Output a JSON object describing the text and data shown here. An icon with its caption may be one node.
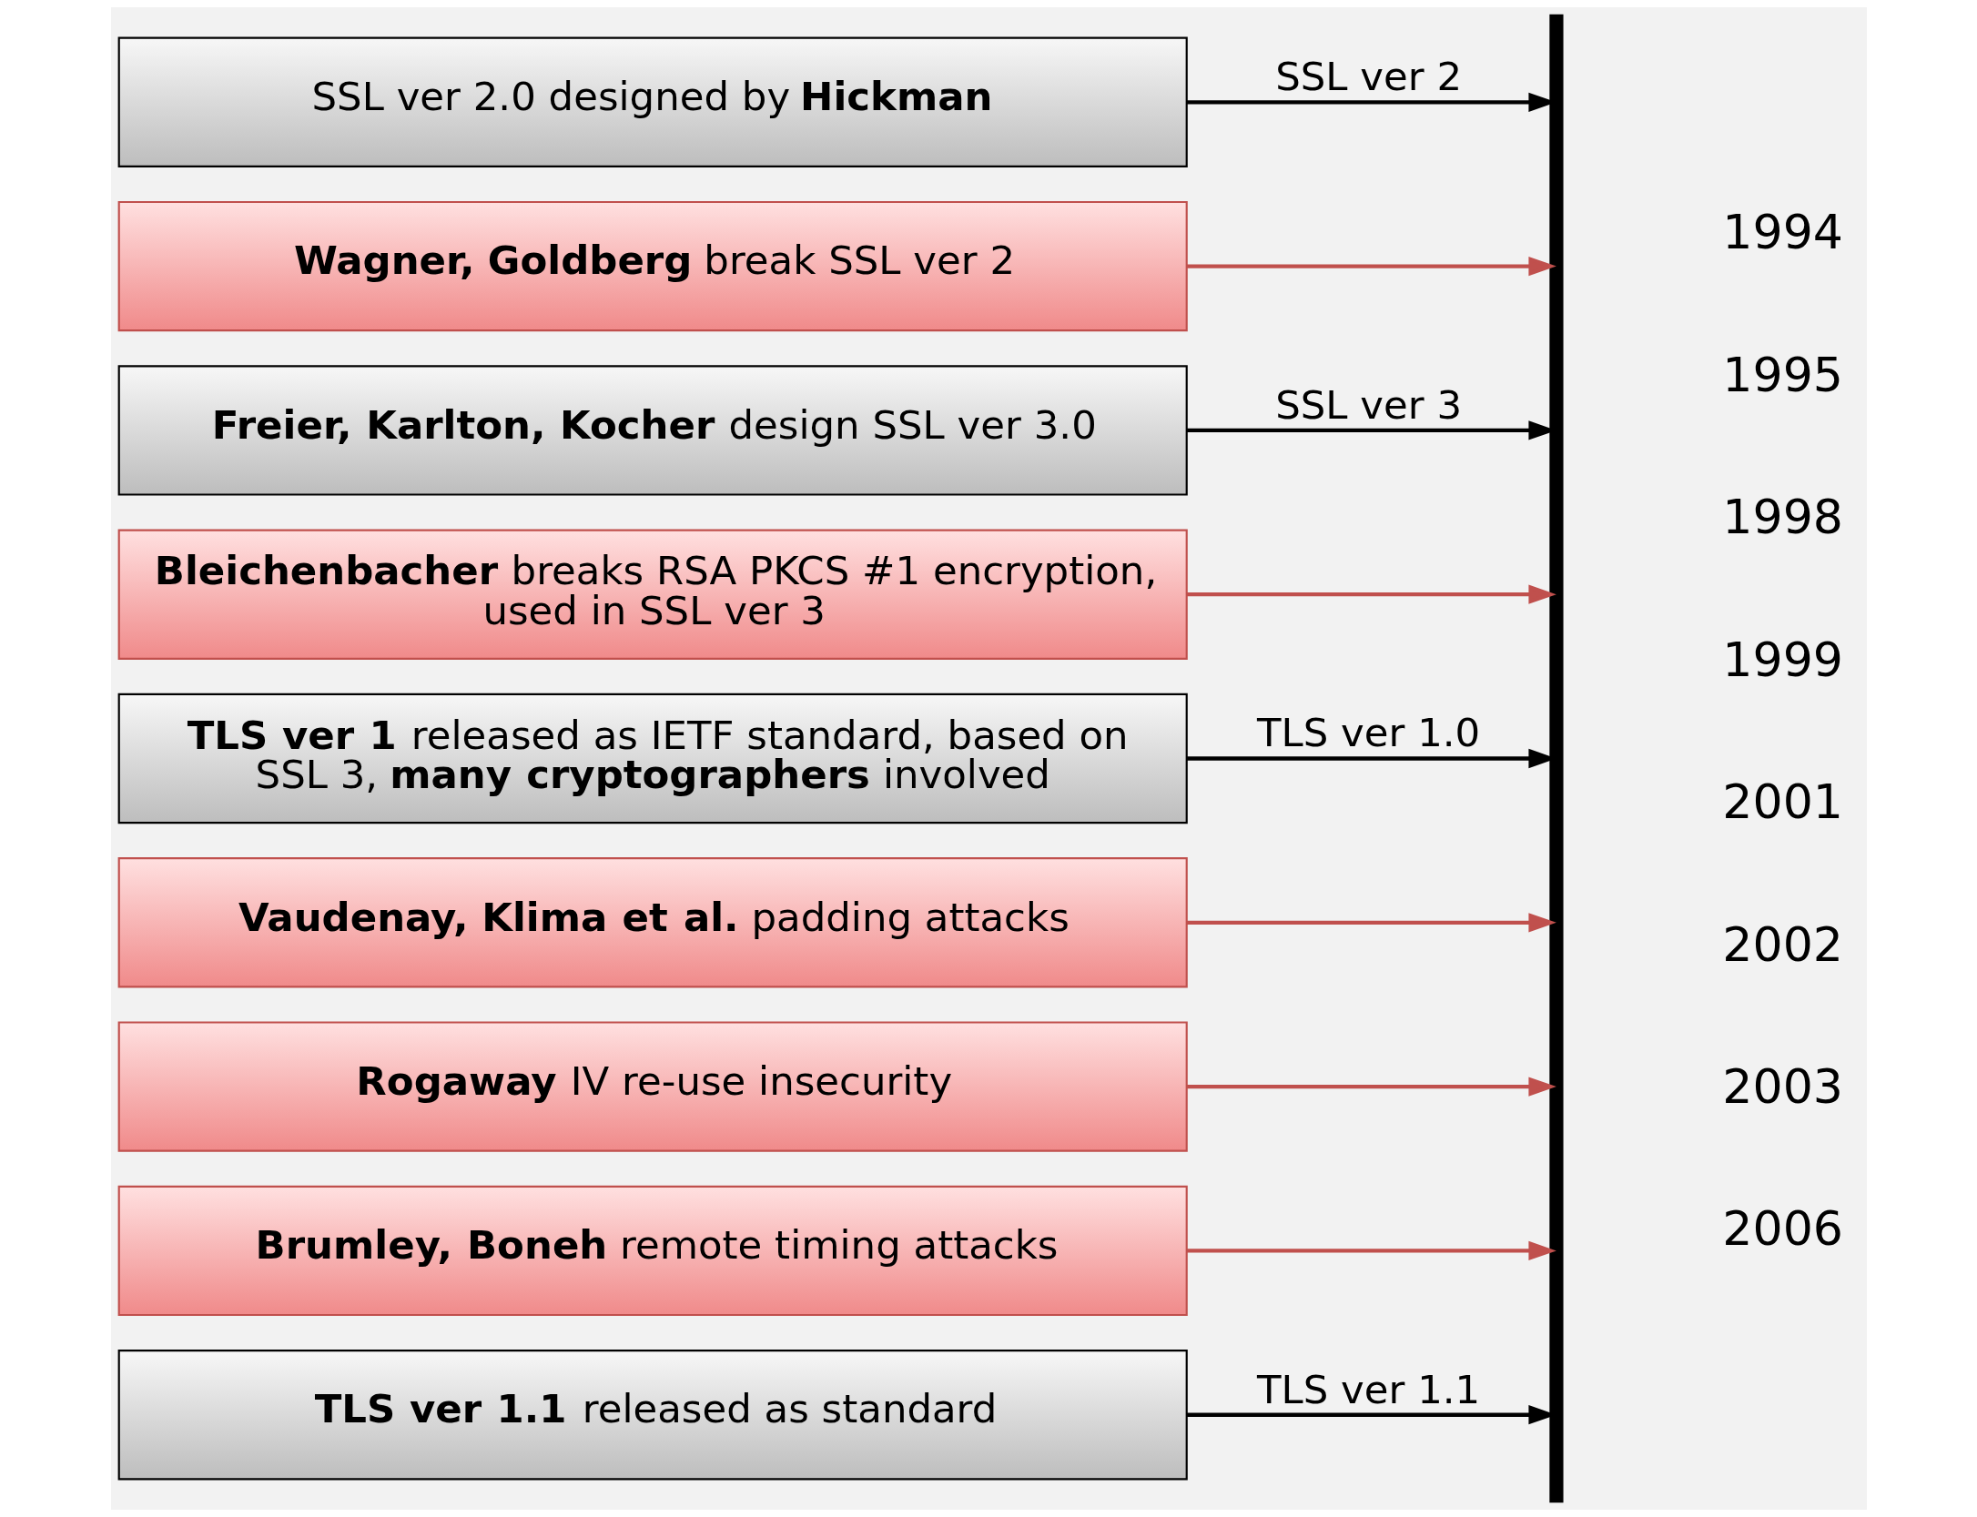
{
  "diagram": {
    "nodes": [
      {
        "text": [
          "SSL ver 2.0 designed by **Hickman**"
        ]
      },
      {
        "text": [
          "**Wagner, Goldberg** break SSL ver 2"
        ]
      },
      {
        "text": [
          "**Freier, Karlton, Kocher** design SSL ver 3.0"
        ]
      },
      {
        "text": [
          "**Bleichenbacher** breaks RSA PKCS #1 encryption, used in SSL ver 3"
        ]
      },
      {
        "text": [
          "**TLS ver 1** released as IETF standard, based on SSL 3, **many cryptographers** involved"
        ]
      },
      {
        "text": [
          "**Vaudenay, Klima et al.** padding attacks"
        ]
      },
      {
        "text": [
          "**Rogaway** IV re-use insecurity"
        ]
      },
      {
        "text": [
          "**Brumley, Boneh** remote timing attacks"
        ]
      },
      {
        "text": [
          "**TLS ver 1.1** released as standard"
        ]
      },
      {
        "text": [],
        "shape": "bar"
      }
    ],
    "edges": [
      {
        "from": 0,
        "to": 9,
        "arrow": "to",
        "label": "SSL ver 2",
        "color": "#000000"
      },
      {
        "from": 1,
        "to": 9,
        "arrow": "to"
      },
      {
        "from": 2,
        "to": 9,
        "arrow": "to",
        "label": "SSL ver 3",
        "color": "#000000"
      },
      {
        "from": 3,
        "to": 9,
        "arrow": "to"
      },
      {
        "from": 4,
        "to": 9,
        "arrow": "to",
        "label": "TLS ver 1.0",
        "color": "#000000"
      },
      {
        "from": 5,
        "to": 9,
        "arrow": "to"
      },
      {
        "from": 6,
        "to": 9,
        "arrow": "to"
      },
      {
        "from": 7,
        "to": 9,
        "arrow": "to"
      },
      {
        "from": 8,
        "to": 9,
        "arrow": "to",
        "label": "TLS ver 1.1",
        "color": "#000000"
      }
    ],
    "labels": [
      "1994",
      "1995",
      "1998",
      "1999",
      "2001",
      "2002",
      "2003",
      "2006"
    ]
  }
}
